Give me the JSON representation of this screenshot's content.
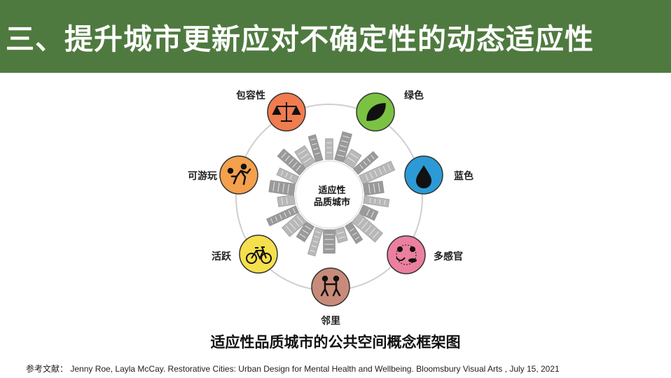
{
  "header": {
    "title": "三、提升城市更新应对不确定性的动态适应性"
  },
  "diagram": {
    "center": {
      "line1": "适应性",
      "line2": "品质城市"
    },
    "nodes": [
      {
        "label": "包容性",
        "icon": "scales-icon",
        "color": "#f07c4f"
      },
      {
        "label": "绿色",
        "icon": "leaf-icon",
        "color": "#7cc242"
      },
      {
        "label": "蓝色",
        "icon": "water-drop-icon",
        "color": "#2b9ad6"
      },
      {
        "label": "多感官",
        "icon": "senses-icon",
        "color": "#ec7fa0"
      },
      {
        "label": "邻里",
        "icon": "walking-people-icon",
        "color": "#c98b79"
      },
      {
        "label": "活跃",
        "icon": "bicycle-icon",
        "color": "#f4e04d"
      },
      {
        "label": "可游玩",
        "icon": "playing-person-icon",
        "color": "#f4a04d"
      }
    ]
  },
  "caption": "适应性品质城市的公共空间概念框架图",
  "reference": {
    "prefix": "参考文献：",
    "text": "Jenny Roe, Layla McCay. Restorative Cities: Urban Design for Mental Health and Wellbeing. Bloomsbury Visual Arts , July 15, 2021"
  }
}
